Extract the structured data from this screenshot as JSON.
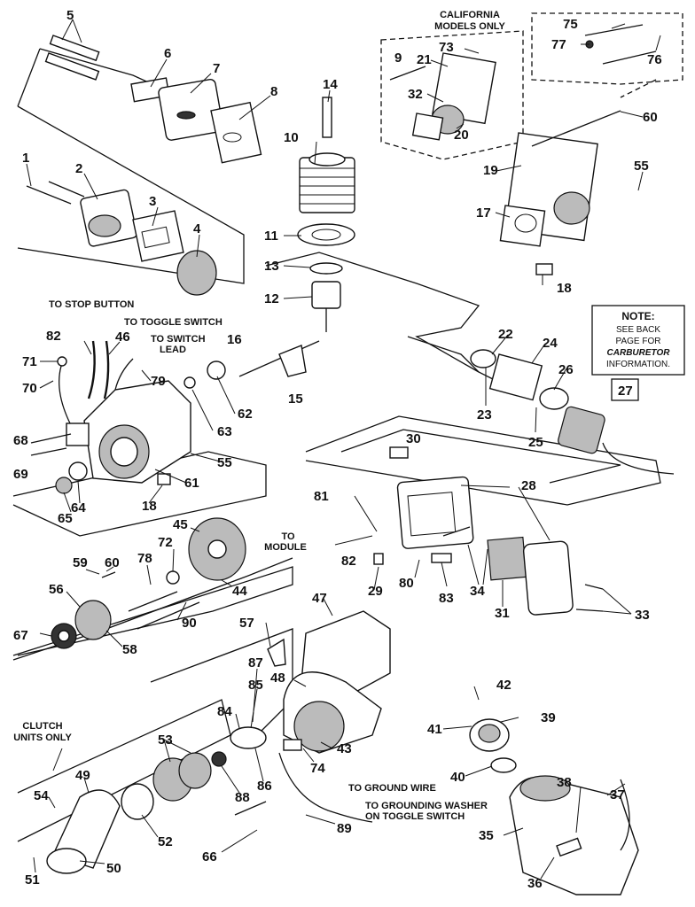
{
  "diagram": {
    "labels": {
      "california_models": [
        "CALIFORNIA",
        "MODELS ONLY"
      ],
      "to_stop_button": "TO STOP BUTTON",
      "to_toggle_switch": "TO TOGGLE SWITCH",
      "to_switch_lead": [
        "TO SWITCH",
        "LEAD"
      ],
      "to_module": [
        "TO",
        "MODULE"
      ],
      "clutch_units_only": [
        "CLUTCH",
        "UNITS ONLY"
      ],
      "to_ground_wire": "TO GROUND WIRE",
      "to_grounding_washer": [
        "TO GROUNDING WASHER",
        "ON TOGGLE SWITCH"
      ]
    },
    "note": {
      "title": "NOTE:",
      "line1": "SEE BACK",
      "line2": "PAGE FOR",
      "line3": "CARBURETOR",
      "line4": "INFORMATION."
    },
    "parts": {
      "p1": "1",
      "p2": "2",
      "p3": "3",
      "p4": "4",
      "p5": "5",
      "p6": "6",
      "p7": "7",
      "p8": "8",
      "p9": "9",
      "p10": "10",
      "p11": "11",
      "p12": "12",
      "p13": "13",
      "p14": "14",
      "p15": "15",
      "p16": "16",
      "p17": "17",
      "p18a": "18",
      "p18b": "18",
      "p19": "19",
      "p20": "20",
      "p21": "21",
      "p22": "22",
      "p23": "23",
      "p24": "24",
      "p25": "25",
      "p26": "26",
      "p27": "27",
      "p28": "28",
      "p29": "29",
      "p30": "30",
      "p31": "31",
      "p32": "32",
      "p33": "33",
      "p34": "34",
      "p35": "35",
      "p36": "36",
      "p37": "37",
      "p38": "38",
      "p39": "39",
      "p40": "40",
      "p41": "41",
      "p42": "42",
      "p43": "43",
      "p44": "44",
      "p45": "45",
      "p46": "46",
      "p47": "47",
      "p48": "48",
      "p49": "49",
      "p50": "50",
      "p51": "51",
      "p52": "52",
      "p53": "53",
      "p54": "54",
      "p55a": "55",
      "p55b": "55",
      "p56": "56",
      "p57": "57",
      "p58": "58",
      "p59": "59",
      "p60a": "60",
      "p60b": "60",
      "p61": "61",
      "p62": "62",
      "p63": "63",
      "p64": "64",
      "p65": "65",
      "p66": "66",
      "p67": "67",
      "p68": "68",
      "p69": "69",
      "p70": "70",
      "p71": "71",
      "p72": "72",
      "p73": "73",
      "p74": "74",
      "p75": "75",
      "p76": "76",
      "p77": "77",
      "p78": "78",
      "p79": "79",
      "p80": "80",
      "p81": "81",
      "p82a": "82",
      "p82b": "82",
      "p83": "83",
      "p84": "84",
      "p85": "85",
      "p86": "86",
      "p87": "87",
      "p88": "88",
      "p89": "89",
      "p90": "90"
    }
  }
}
